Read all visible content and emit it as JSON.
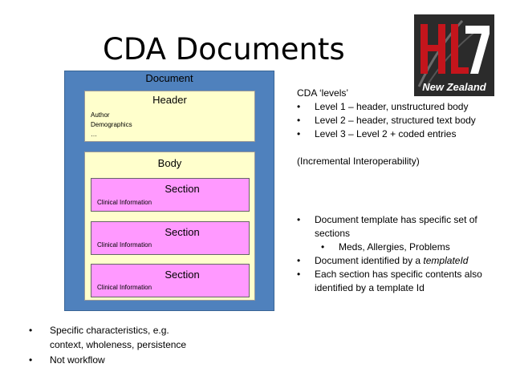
{
  "slide": {
    "title": "CDA Documents"
  },
  "logo": {
    "caption": "New Zealand",
    "colors": {
      "red": "#c4151c",
      "dark": "#2b2b2b",
      "white": "#ffffff"
    }
  },
  "diagram": {
    "document_label": "Document",
    "header_label": "Header",
    "header_items": [
      "Author",
      "Demographics",
      "…"
    ],
    "body_label": "Body",
    "sections": [
      {
        "label": "Section",
        "sub": "Clinical Information"
      },
      {
        "label": "Section",
        "sub": "Clinical Information"
      },
      {
        "label": "Section",
        "sub": "Clinical Information"
      }
    ],
    "colors": {
      "document": "#4f81bd",
      "header_body": "#ffffcc",
      "section": "#ff99ff"
    }
  },
  "right": {
    "levels_heading": "CDA ‘levels’",
    "levels": [
      "Level 1 – header, unstructured body",
      "Level 2 – header, structured text body",
      "Level 3 – Level 2 + coded entries"
    ],
    "interop_note": "(Incremental Interoperability)",
    "template_1a": "Document template has specific set of",
    "template_1b": "sections",
    "template_sub": "Meds, Allergies, Problems",
    "template_2_prefix": "Document identified by a ",
    "template_2_em": "templateId",
    "template_3a": "Each section has specific contents also",
    "template_3b": "identified by a template Id"
  },
  "bottom": {
    "item1a": "Specific characteristics, e.g.",
    "item1b": "context, wholeness, persistence",
    "item2": "Not workflow"
  },
  "bullet": "•"
}
